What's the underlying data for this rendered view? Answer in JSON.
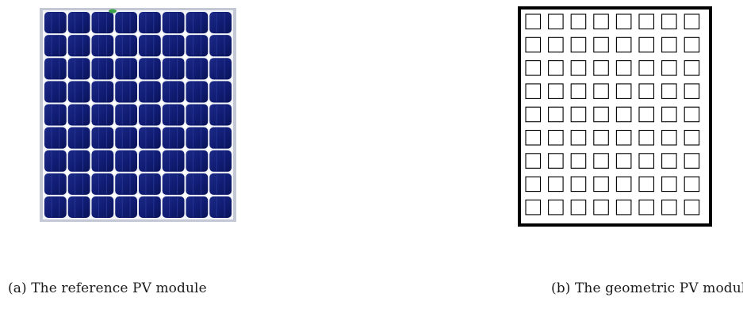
{
  "figure": {
    "subfigures": [
      {
        "label": "(a)",
        "caption": "The reference PV module",
        "grid": {
          "rows": 9,
          "cols": 8
        }
      },
      {
        "label": "(b)",
        "caption": "The geometric PV module",
        "grid": {
          "rows": 9,
          "cols": 8
        }
      }
    ],
    "colors": {
      "cell_fill": "#0f1a6e",
      "cell_highlight": "#2a3a9a",
      "frame_gray": "#c4c8d4",
      "connector_white": "#ffffff",
      "junction_box_green": "#3fa34d",
      "outline_black": "#000000"
    }
  }
}
